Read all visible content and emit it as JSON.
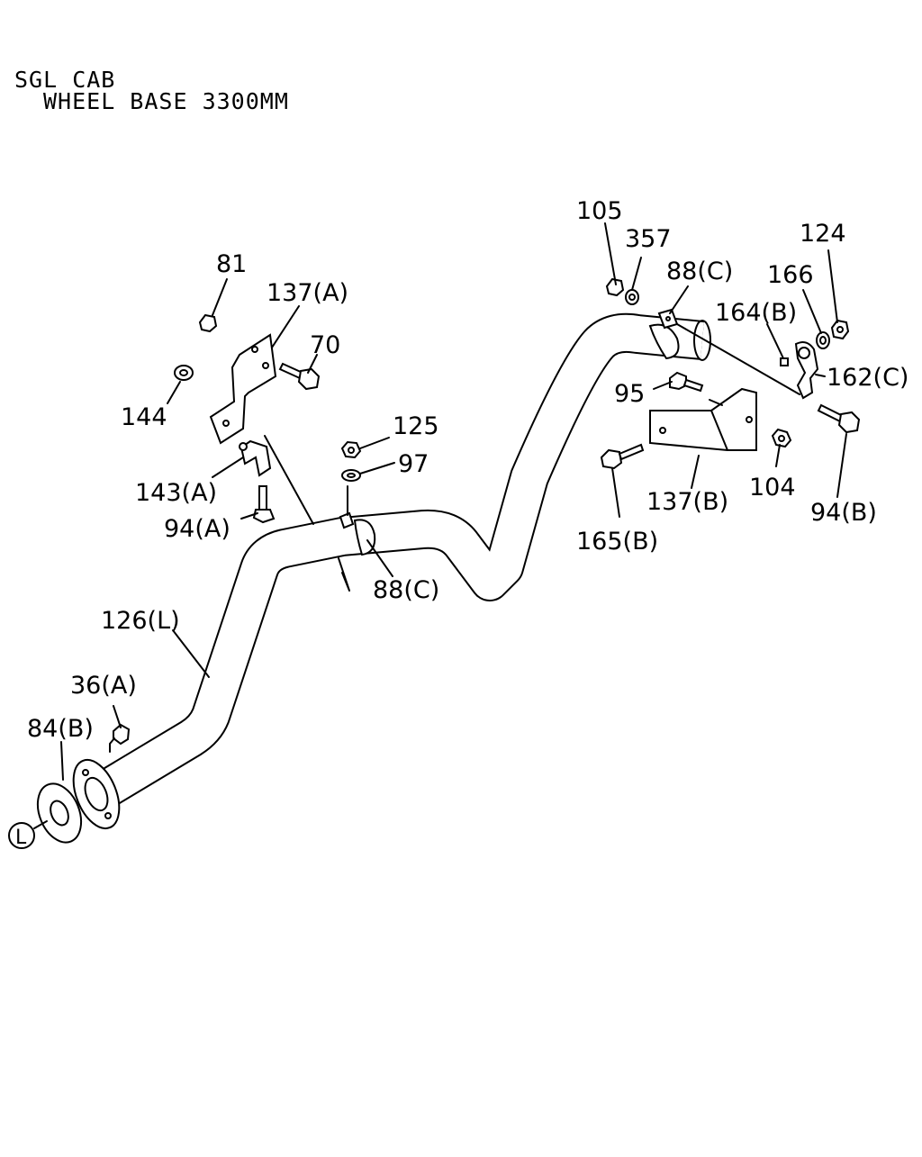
{
  "header": {
    "line1": "SGL CAB",
    "line2": "WHEEL BASE 3300MM"
  },
  "callouts": {
    "c81": "81",
    "c137a": "137(A)",
    "c70": "70",
    "c144": "144",
    "c143a": "143(A)",
    "c94a": "94(A)",
    "c125": "125",
    "c97": "97",
    "c88c_mid": "88(C)",
    "c126l": "126(L)",
    "c36a": "36(A)",
    "c84b": "84(B)",
    "c_l": "L",
    "c105": "105",
    "c357": "357",
    "c88c_right": "88(C)",
    "c164b": "164(B)",
    "c166": "166",
    "c124": "124",
    "c162c": "162(C)",
    "c95": "95",
    "c137b": "137(B)",
    "c104": "104",
    "c94b": "94(B)",
    "c165b": "165(B)"
  }
}
